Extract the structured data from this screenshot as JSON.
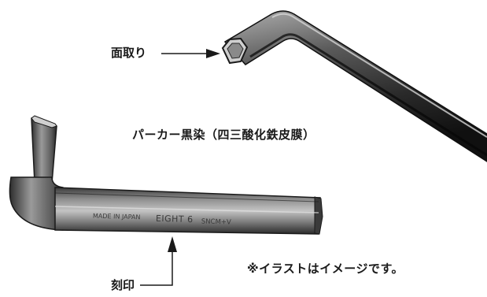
{
  "labels": {
    "chamfer": "面取り",
    "finish": "パーカー黒染（四三酸化鉄皮膜）",
    "note": "※イラストはイメージです。",
    "marking": "刻印"
  },
  "engraving": {
    "made_in": "MADE IN JAPAN",
    "brand": "EIGHT 6",
    "material": "SNCM+V"
  },
  "colors": {
    "steel_dark": "#1c1c1c",
    "steel_mid": "#4a4a4a",
    "steel_light": "#9a9a9a",
    "ink": "#1a1a1a"
  }
}
